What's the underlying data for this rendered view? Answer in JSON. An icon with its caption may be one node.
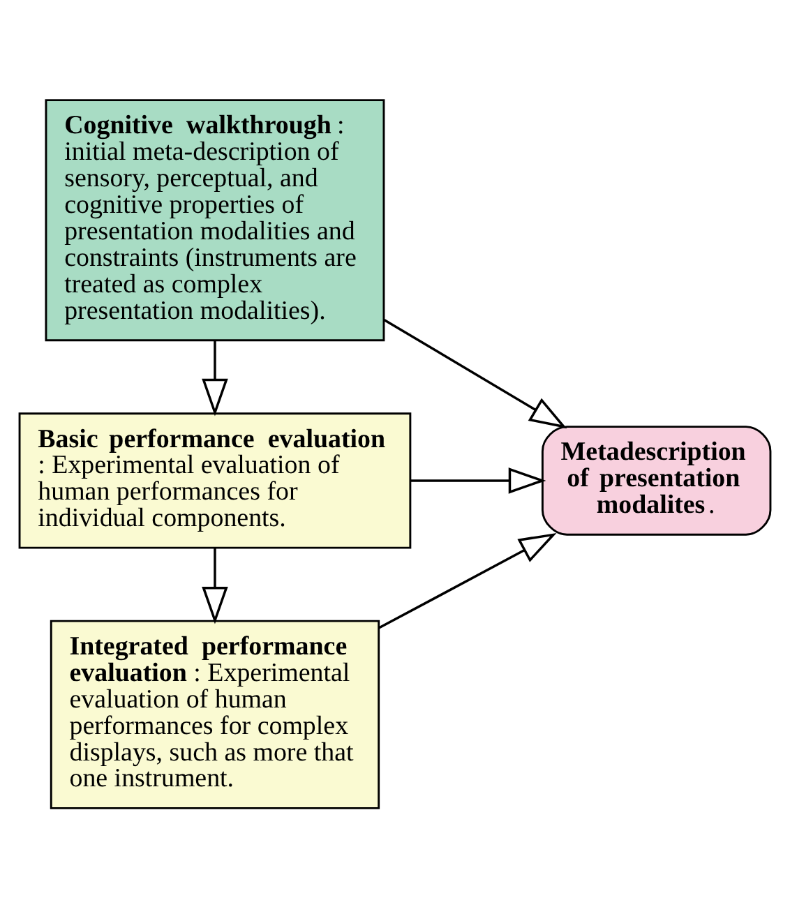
{
  "diagram": {
    "nodes": [
      {
        "text": [
          "**Cognitive walkthrough**: initial meta-description of sensory, perceptual, and cognitive properties of presentation modalities and constraints (instruments are treated as complex presentation modalities)."
        ]
      },
      {
        "text": [
          "**Basic performance evaluation**: Experimental evaluation of human performances for individual components."
        ]
      },
      {
        "text": [
          "**Integrated performance evaluation**: Experimental evaluation of human performances for complex displays, such as more that one instrument."
        ]
      },
      {
        "text": [
          "**Metadescription of presentation modalites**."
        ]
      }
    ],
    "edges": [
      {
        "from": 0,
        "to": 1,
        "arrow": "to"
      },
      {
        "from": 1,
        "to": 2,
        "arrow": "to"
      },
      {
        "from": 0,
        "to": 3,
        "arrow": "to"
      },
      {
        "from": 1,
        "to": 3,
        "arrow": "to"
      },
      {
        "from": 2,
        "to": 3,
        "arrow": "to"
      }
    ]
  }
}
